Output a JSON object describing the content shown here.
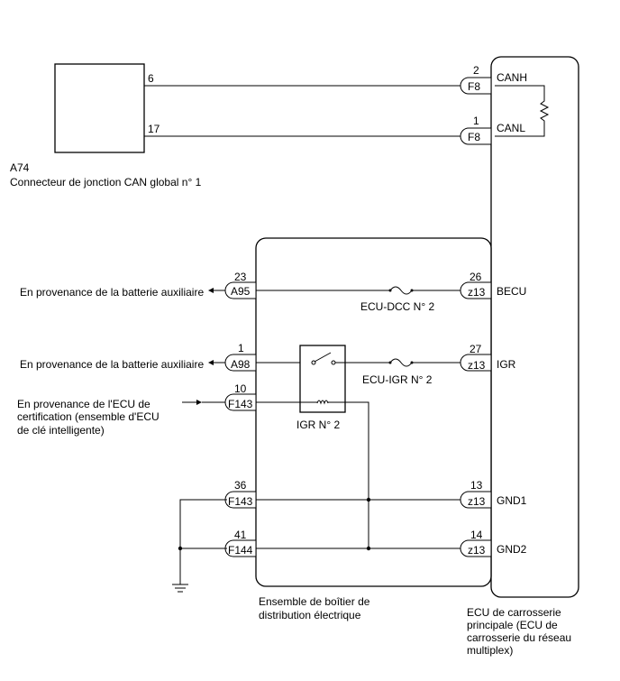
{
  "connector_a74": {
    "code": "A74",
    "name": "Connecteur de jonction CAN global n° 1",
    "pin_canh": "6",
    "pin_canl": "17"
  },
  "ecu_main": {
    "label_line1": "ECU de carrosserie",
    "label_line2": "principale (ECU de",
    "label_line3": "carrosserie du réseau",
    "label_line4": "multiplex)",
    "canh_pin": "2",
    "canh_conn": "F8",
    "canh_sig": "CANH",
    "canl_pin": "1",
    "canl_conn": "F8",
    "canl_sig": "CANL",
    "becu_pin": "26",
    "becu_conn": "z13",
    "becu_sig": "BECU",
    "igr_pin": "27",
    "igr_conn": "z13",
    "igr_sig": "IGR",
    "gnd1_pin": "13",
    "gnd1_conn": "z13",
    "gnd1_sig": "GND1",
    "gnd2_pin": "14",
    "gnd2_conn": "z13",
    "gnd2_sig": "GND2"
  },
  "junction_block": {
    "label_line1": "Ensemble de boîtier de",
    "label_line2": "distribution électrique",
    "fuse_dcc": "ECU-DCC N° 2",
    "fuse_igr": "ECU-IGR N° 2",
    "relay": "IGR N° 2",
    "a95_pin": "23",
    "a95_conn": "A95",
    "a98_pin": "1",
    "a98_conn": "A98",
    "f143a_pin": "10",
    "f143a_conn": "F143",
    "f143b_pin": "36",
    "f143b_conn": "F143",
    "f144_pin": "41",
    "f144_conn": "F144"
  },
  "sources": {
    "battery_1": "En provenance de la batterie auxiliaire",
    "battery_2": "En provenance de la batterie auxiliaire",
    "certif_line1": "En provenance de l'ECU de",
    "certif_line2": "certification (ensemble d'ECU",
    "certif_line3": "de clé intelligente)"
  }
}
